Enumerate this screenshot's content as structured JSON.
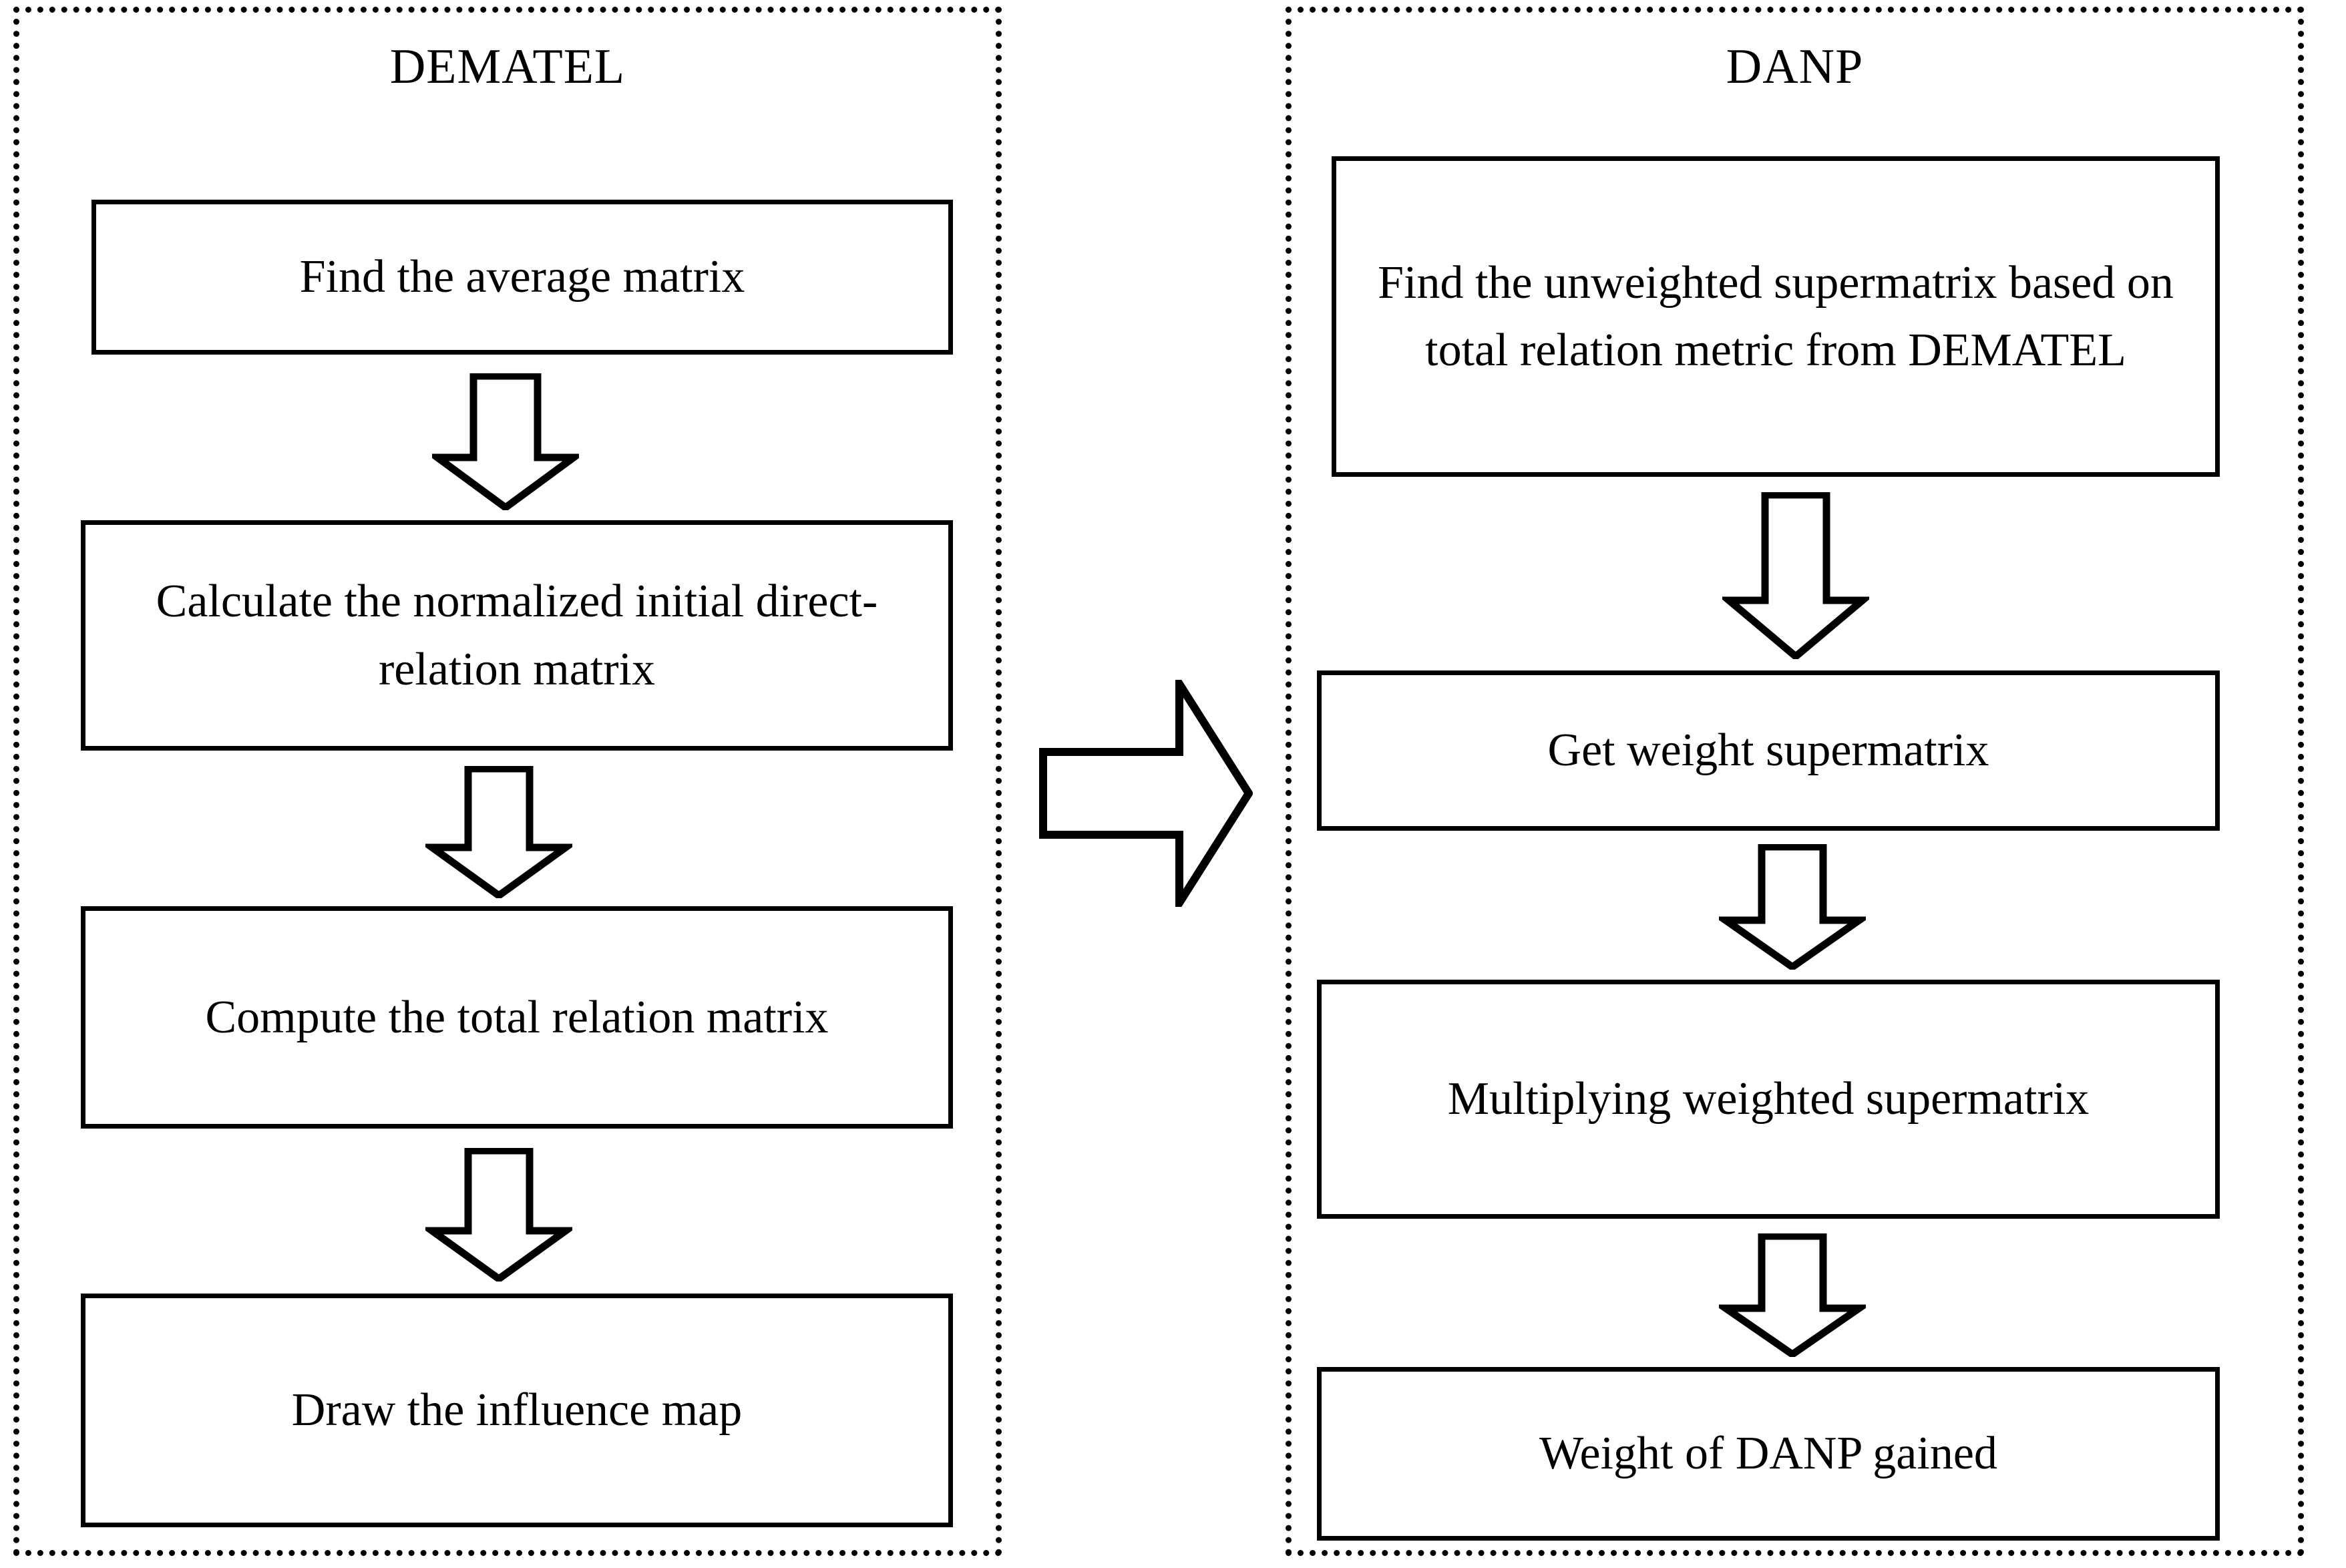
{
  "diagram": {
    "title": "DEMATEL-DANP hybrid method flowchart",
    "colors": {
      "stroke": "#000000",
      "background": "#ffffff",
      "panel_border_style": "dotted"
    },
    "panels": [
      {
        "id": "dematel",
        "title": "DEMATEL",
        "steps": [
          {
            "id": "average-matrix",
            "label": "Find the average matrix"
          },
          {
            "id": "normalized-matrix",
            "label": "Calculate the normalized initial direct-relation matrix"
          },
          {
            "id": "total-relation-matrix",
            "label": "Compute the total relation matrix"
          },
          {
            "id": "influence-map",
            "label": "Draw the influence map"
          }
        ],
        "connectors": [
          {
            "id": "dematel-arrow-1",
            "direction": "down"
          },
          {
            "id": "dematel-arrow-2",
            "direction": "down"
          },
          {
            "id": "dematel-arrow-3",
            "direction": "down"
          }
        ]
      },
      {
        "id": "danp",
        "title": "DANP",
        "steps": [
          {
            "id": "unweighted-supermatrix",
            "label": "Find the unweighted supermatrix based on total relation metric from DEMATEL"
          },
          {
            "id": "weight-supermatrix",
            "label": "Get weight supermatrix"
          },
          {
            "id": "multiplying-weighted-supermatrix",
            "label": "Multiplying weighted supermatrix"
          },
          {
            "id": "weight-of-danp",
            "label": "Weight of DANP gained"
          }
        ],
        "connectors": [
          {
            "id": "danp-arrow-1",
            "direction": "down"
          },
          {
            "id": "danp-arrow-2",
            "direction": "down"
          },
          {
            "id": "danp-arrow-3",
            "direction": "down"
          }
        ]
      }
    ],
    "cross_panel_connector": {
      "id": "dematel-to-danp-arrow",
      "direction": "right",
      "from": "dematel",
      "to": "danp"
    }
  }
}
